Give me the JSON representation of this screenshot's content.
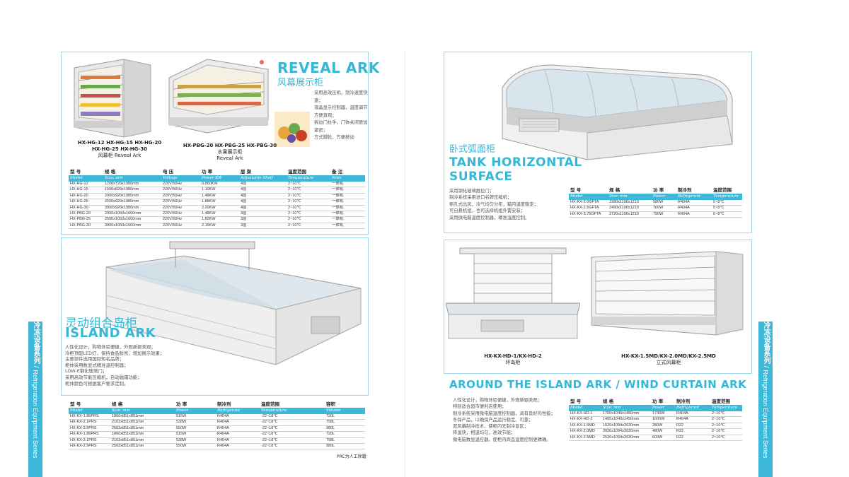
{
  "side_tabs": {
    "left": {
      "cn": "冷冻设备系列",
      "sep": " / ",
      "en": "Refrigeration Equipment Series"
    },
    "right": {
      "cn": "冷冻设备系列",
      "sep": " / ",
      "en": "Refrigeration Equipment Series"
    }
  },
  "reveal": {
    "title_en": "REVEAL ARK",
    "title_cn": "风幕展示柜",
    "desc": [
      "采用高效压机，制冷速度快速；",
      "液晶显示控制器，温度调节方便直观；",
      "拆边门拉手，门体关闭更加紧密；",
      "方式脚轮，方便移动"
    ],
    "cap1": {
      "models": [
        "HX-HG-12  HX-HG-15  HX-HG-20",
        "HX-HG-25  HX-HG-30"
      ],
      "cn": "风幕柜",
      "en": "Reveal Ark"
    },
    "cap2": {
      "models": [
        "HX-PBG-20  HX-PBG-25  HX-PBG-30"
      ],
      "cn": "水果展示柜",
      "en": "Reveal Ark"
    },
    "table": {
      "head_cn": [
        "型 号",
        "规 格",
        "电 压",
        "功 率",
        "层 架",
        "温度范围",
        "备 注"
      ],
      "head_en": [
        "Model",
        "Size: mm",
        "Voltage",
        "Power KW",
        "Adjustable Shelf",
        "Temperature",
        "Note"
      ],
      "rows": [
        [
          "HX-HG-12",
          "1200x720x1980mm",
          "220V/50Hz",
          "0.860KW",
          "4层",
          "2~10℃",
          "一体机"
        ],
        [
          "HX-HG-15",
          "1500x820x1980mm",
          "220V/50Hz",
          "1.10KW",
          "4层",
          "2~10℃",
          "一体机"
        ],
        [
          "HX-HG-20",
          "2000x920x1980mm",
          "220V/50Hz",
          "1.48KW",
          "4层",
          "2~10℃",
          "一体机"
        ],
        [
          "HX-HG-25",
          "2500x920x1980mm",
          "220V/50Hz",
          "1.88KW",
          "4层",
          "2~10℃",
          "一体机"
        ],
        [
          "HX-HG-30",
          "3000x920x1980mm",
          "220V/50Hz",
          "2.20KW",
          "4层",
          "2~10℃",
          "一体机"
        ],
        [
          "HX-PBG-20",
          "2000x1050x1600mm",
          "220V/50Hz",
          "1.48KW",
          "3层",
          "2~10℃",
          "一体机"
        ],
        [
          "HX-PBG-25",
          "2500x1050x1600mm",
          "220V/50Hz",
          "1.82KW",
          "3层",
          "2~10℃",
          "一体机"
        ],
        [
          "HX-PBG-30",
          "3000x1050x1600mm",
          "220V/50Hz",
          "2.15KW",
          "3层",
          "2~10℃",
          "一体机"
        ]
      ]
    }
  },
  "island": {
    "title_cn": "灵动组合岛柜",
    "title_en": "ISLAND ARK",
    "desc": [
      "人性化设计，购物体验便捷，外观新颖美观；",
      "冷柜顶配LED灯，保持食品鲜亮，增加展示效果；",
      "主要部件选用国际知名品牌；",
      "柜体采用数显式精准温控制器；",
      "LOW-E钢化玻璃门；",
      "采用高效节能压缩机，自动融霜功能；",
      "柜体颜色可根据客户要求定制。"
    ],
    "table": {
      "head_cn": [
        "型 号",
        "规 格",
        "功 率",
        "制冷剂",
        "温度范围",
        "容积"
      ],
      "head_en": [
        "Model",
        "Size: mm",
        "Power",
        "Refrigerant",
        "Temperature",
        "Volume"
      ],
      "rows": [
        [
          "HX-KX-1.86PRS",
          "1860x851x851mm",
          "515W",
          "R404A",
          "-22~18℃",
          "720L"
        ],
        [
          "HX-KX-2.1PRS",
          "2103x851x851mm",
          "538W",
          "R404A",
          "-22~18℃",
          "798L"
        ],
        [
          "HX-KX-2.5PRS",
          "2503x851x851mm",
          "550W",
          "R404A",
          "-22~18℃",
          "980L"
        ],
        [
          "HX-KX-1.86PRS",
          "1860x851x851mm",
          "515W",
          "R404A",
          "-22~18℃",
          "720L"
        ],
        [
          "HX-KX-2.1PRS",
          "2103x851x851mm",
          "538W",
          "R404A",
          "-22~18℃",
          "798L"
        ],
        [
          "HX-KX-2.5PRS",
          "2503x851x851mm",
          "550W",
          "R404A",
          "-22~18℃",
          "980L"
        ]
      ],
      "footnote": "PRC为人工除霜"
    }
  },
  "tank": {
    "title_cn": "卧式弧面柜",
    "title_en_1": "TANK HORIZONTAL",
    "title_en_2": "SURFACE",
    "desc": [
      "采用钢化玻璃推拉门；",
      "制冷系统采用进口名牌压缩机；",
      "侧孔式出风，冷气均匀分布，箱内温度稳定；",
      "可自悬机组，也可选择机组外置安装；",
      "采用微电脑温度控制器，精准温度控制。"
    ],
    "table": {
      "head_cn": [
        "型 号",
        "规 格",
        "功 率",
        "制冷剂",
        "温度范围"
      ],
      "head_en": [
        "Model",
        "Size: mm",
        "Power",
        "Refrigerant",
        "Temperature"
      ],
      "rows": [
        [
          "HX-KX-2.0GFTA",
          "1980x1190x1210",
          "580W",
          "R404A",
          "0~8℃"
        ],
        [
          "HX-KX-2.5GFTA",
          "2490x1190x1210",
          "760W",
          "R404A",
          "0~8℃"
        ],
        [
          "HX-KX-3.75GFTA",
          "3720x1190x1210",
          "790W",
          "R404A",
          "0~8℃"
        ]
      ]
    }
  },
  "around": {
    "title_en": "AROUND THE ISLAND ARK / WIND CURTAIN ARK",
    "cap1": {
      "models": [
        "HX-KX-HD-1/KX-HD-2"
      ],
      "cn": "环岛柜"
    },
    "cap2": {
      "models": [
        "HX-KX-1.5MD/KX-2.0MD/KX-2.5MD"
      ],
      "cn": "立式风幕柜"
    },
    "desc": [
      "人性化设计，购物体验便捷，外观新颖美观；",
      "特别适合超市便利店使用；",
      "制冷系统采用微电脑温度控制器，具有良好的性能；",
      "冬保产品，以确保产品运行稳定、可靠；",
      "双风幕制冷技术，使柜内无制冷盲区；",
      "降温快，相温均匀，高效节能；",
      "微电脑数显温控器，使柜内商品温度控制更精确。"
    ],
    "table": {
      "head_cn": [
        "型 号",
        "规 格",
        "功 率",
        "制冷剂",
        "温度范围"
      ],
      "head_en": [
        "Model",
        "Size: mm",
        "Power",
        "Refrigerant",
        "Temperature"
      ],
      "rows": [
        [
          "HX-KX-HD-1",
          "1700x1040x1450mm",
          "1730W",
          "R404A",
          "2~10℃"
        ],
        [
          "HX-KX-HD-2",
          "1405x1040x1450mm",
          "1600W",
          "R404A",
          "2~10℃"
        ],
        [
          "HX-KX-1.5MD",
          "1520x1094x2020mm",
          "280W",
          "R22",
          "2~10℃"
        ],
        [
          "HX-KX-2.0MD",
          "2020x1094x2020mm",
          "480W",
          "R22",
          "2~10℃"
        ],
        [
          "HX-KX-2.5MD",
          "2520x1094x2020mm",
          "600W",
          "R22",
          "2~10℃"
        ]
      ]
    }
  }
}
